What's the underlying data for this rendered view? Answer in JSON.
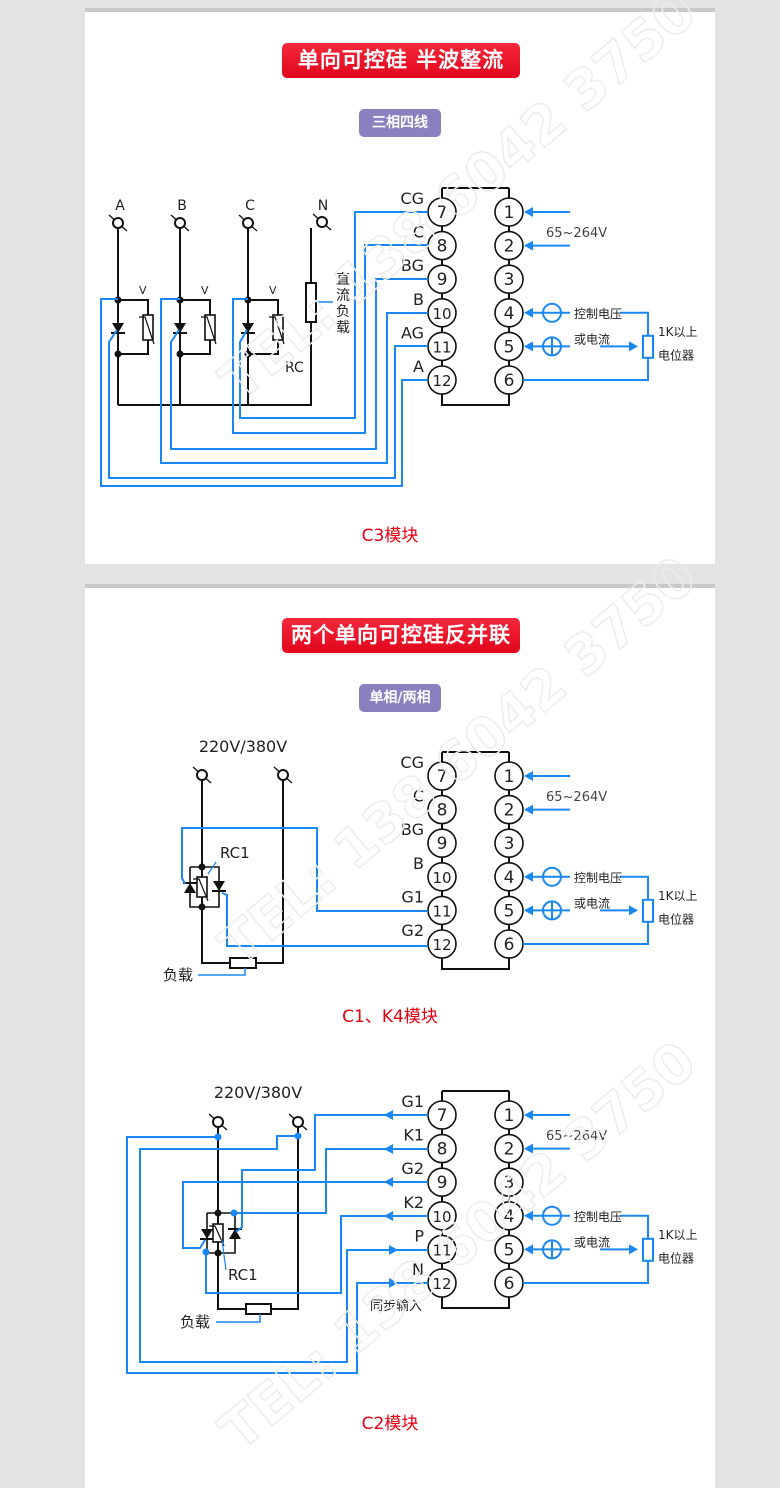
{
  "colors": {
    "wire_black": "#111111",
    "wire_blue": "#1a88f0",
    "title_red": "#e60012",
    "badge_purple": "#8a80bf",
    "background": "#e4e4e6"
  },
  "watermark": "TEL: 138 6042 3750",
  "section1": {
    "title": "单向可控硅 半波整流",
    "badge": "三相四线",
    "phase_labels": [
      "A",
      "B",
      "C",
      "N"
    ],
    "varistor_labels": [
      "V",
      "V",
      "V"
    ],
    "rc_label": "RC",
    "load_label": [
      "直",
      "流",
      "负",
      "载"
    ],
    "terminal_left_labels": [
      "CG",
      "C",
      "BG",
      "B",
      "AG",
      "A"
    ],
    "caption": "C3模块"
  },
  "section2": {
    "title": "两个单向可控硅反并联",
    "badge": "单相/两相",
    "voltage_label": "220V/380V",
    "rc_label": "RC1",
    "load_label": "负载",
    "terminal_left_labels": [
      "CG",
      "C",
      "BG",
      "B",
      "G1",
      "G2"
    ],
    "caption": "C1、K4模块"
  },
  "section3": {
    "voltage_label": "220V/380V",
    "rc_label": "RC1",
    "load_label": "负载",
    "terminal_left_labels": [
      "G1",
      "K1",
      "G2",
      "K2",
      "P",
      "N"
    ],
    "sync_label": "同步输入",
    "caption": "C2模块"
  },
  "terminal_block": {
    "left_pins": [
      "7",
      "8",
      "9",
      "10",
      "11",
      "12"
    ],
    "right_pins": [
      "1",
      "2",
      "3",
      "4",
      "5",
      "6"
    ],
    "supply_label": "65~264V",
    "control_voltage_label": "控制电压",
    "or_current_label": "或电流",
    "pot_label_1": "1K以上",
    "pot_label_2": "电位器"
  }
}
